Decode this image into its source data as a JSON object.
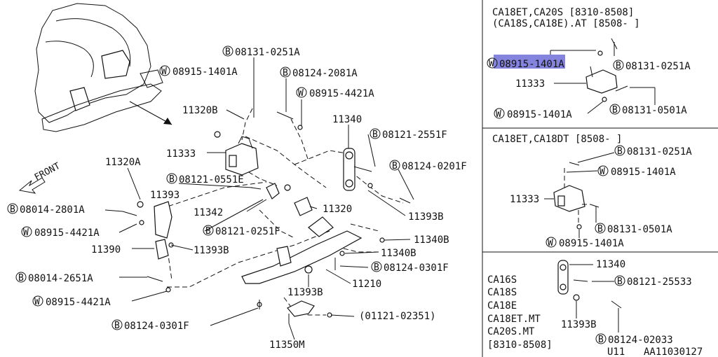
{
  "labels": {
    "l_11320b": "11320B",
    "l_11333": "11333",
    "l_11320a": "11320A",
    "l_11393": "11393",
    "l_11390": "11390",
    "l_11342": "11342",
    "l_11320": "11320",
    "l_11340": "11340",
    "l_11393b_1": "11393B",
    "l_11393b_2": "11393B",
    "l_11393b_3": "11393B",
    "l_11340b_1": "11340B",
    "l_11340b_2": "11340B",
    "l_11210": "11210",
    "l_11350m": "11350M",
    "b08131_0251a": "08131-0251A",
    "w08915_1401a": "08915-1401A",
    "b08124_2081a": "08124-2081A",
    "w08915_4421a_top": "08915-4421A",
    "b08121_2551f": "08121-2551F",
    "b08124_0201f": "08124-0201F",
    "b08121_0551e": "08121-0551E",
    "b08014_2801a": "08014-2801A",
    "w08915_4421a_left": "08915-4421A",
    "b08121_0251f": "08121-0251F",
    "b08124_0301f_r": "08124-0301F",
    "b08014_2651a": "08014-2651A",
    "w08915_4421a_bot": "08915-4421A",
    "b08124_0301f_b": "08124-0301F",
    "p01121_02351": "(01121-02351)",
    "front": "FRONT"
  },
  "panel1": {
    "hdr1": "CA18ET,CA20S     [8310-8508]",
    "hdr2": "(CA18S,CA18E).AT [8508-     ]",
    "w_hl": "08915-1401A",
    "b_0251a": "08131-0251A",
    "part": "11333",
    "w_1401a": "08915-1401A",
    "b_0501a": "08131-0501A"
  },
  "panel2": {
    "hdr": "CA18ET,CA18DT [8508-     ]",
    "b_0251a": "08131-0251A",
    "w_1401a_a": "08915-1401A",
    "part": "11333",
    "b_0501a": "08131-0501A",
    "w_1401a_b": "08915-1401A"
  },
  "panel3": {
    "part_11340": "11340",
    "b_25533": "08121-25533",
    "part_11393b": "11393B",
    "b_02033": "08124-02033",
    "models": [
      "CA16S",
      "CA18S",
      "CA18E",
      "CA18ET.MT",
      "CA20S.MT",
      "[8310-8508]"
    ],
    "code_u11": "U11",
    "code_aa": "AA11030127"
  },
  "symbols": {
    "bolt": "B",
    "washer": "W"
  }
}
